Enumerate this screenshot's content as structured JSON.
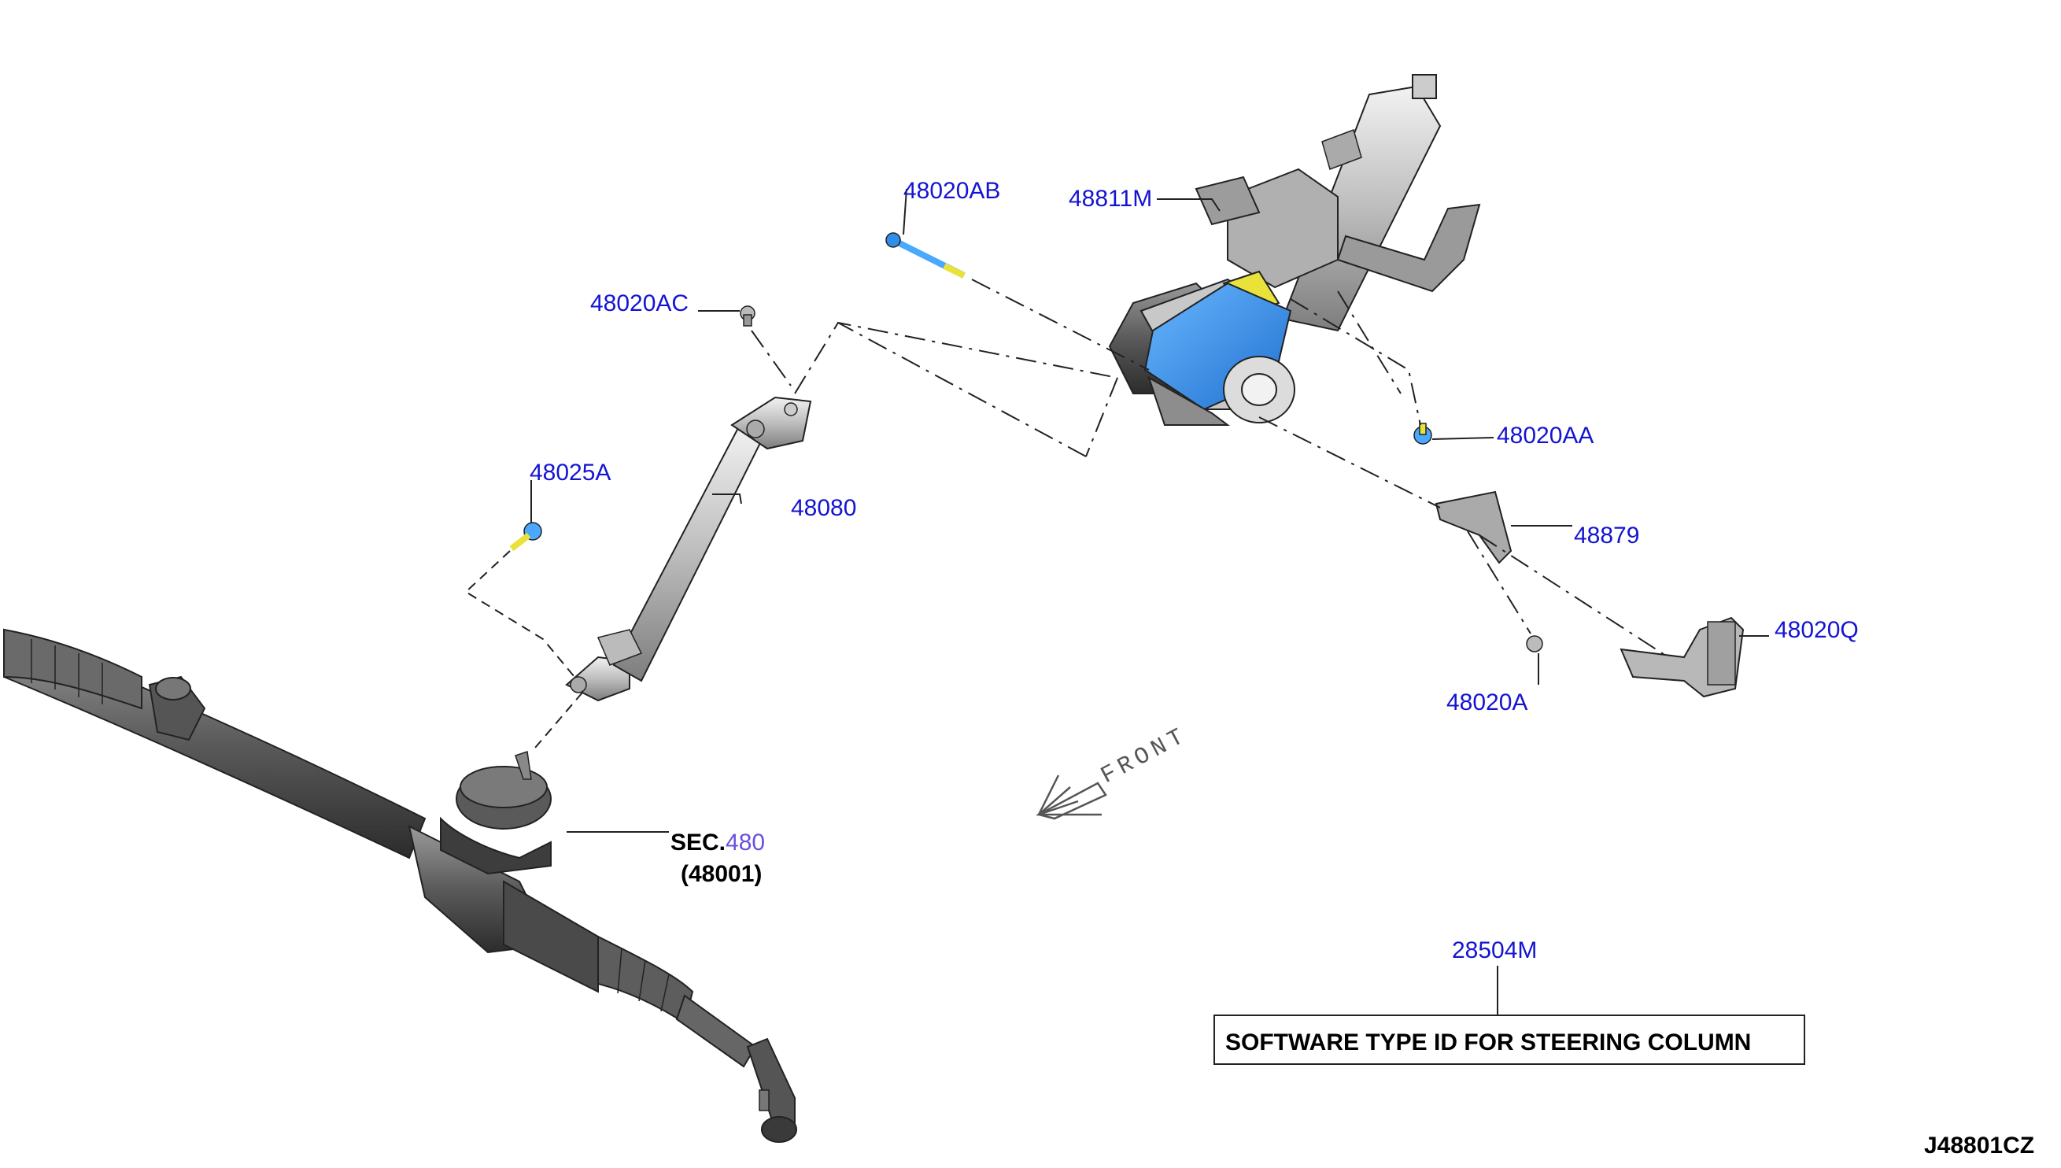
{
  "parts": {
    "p48020AB": "48020AB",
    "p48811M": "48811M",
    "p48020AC": "48020AC",
    "p48020AA": "48020AA",
    "p48025A": "48025A",
    "p48080": "48080",
    "p48879": "48879",
    "p48020Q": "48020Q",
    "p48020A": "48020A",
    "p28504M": "28504M"
  },
  "sec": {
    "prefix": "SEC.",
    "number": "480",
    "sub": "(48001)"
  },
  "front_label": "FRONT",
  "software_box": "SOFTWARE TYPE ID FOR STEERING COLUMN",
  "diagram_id": "J48801CZ",
  "colors": {
    "label_blue": "#1414d2",
    "sec_purple": "#6a4fe0",
    "motor_blue": "#2f8fe6",
    "accent_yellow": "#e8e23a"
  }
}
